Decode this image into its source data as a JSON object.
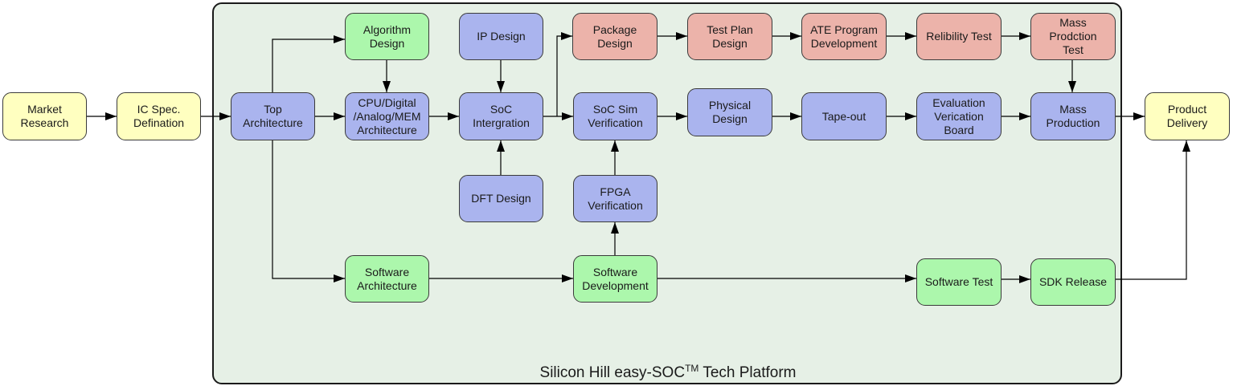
{
  "diagram": {
    "title_prefix": "Silicon Hill easy-SOC",
    "title_trademark": "TM",
    "title_suffix": " Tech Platform",
    "colors": {
      "background": "#ffffff",
      "platform_fill": "#e6f0e6",
      "yellow": "#ffffc0",
      "blue": "#aab4ee",
      "green": "#acf7ac",
      "red": "#ecb3aa"
    },
    "nodes": [
      {
        "id": "market-research",
        "label": "Market\nResearch",
        "color": "yellow"
      },
      {
        "id": "ic-spec",
        "label": "IC Spec.\nDefination",
        "color": "yellow"
      },
      {
        "id": "top-architecture",
        "label": "Top\nArchitecture",
        "color": "blue"
      },
      {
        "id": "algorithm-design",
        "label": "Algorithm\nDesign",
        "color": "green"
      },
      {
        "id": "cpu-architecture",
        "label": "CPU/Digital\n/Analog/MEM\nArchitecture",
        "color": "blue"
      },
      {
        "id": "ip-design",
        "label": "IP Design",
        "color": "blue"
      },
      {
        "id": "soc-integration",
        "label": "SoC\nIntergration",
        "color": "blue"
      },
      {
        "id": "dft-design",
        "label": "DFT Design",
        "color": "blue"
      },
      {
        "id": "package-design",
        "label": "Package\nDesign",
        "color": "red"
      },
      {
        "id": "soc-sim-verification",
        "label": "SoC Sim\nVerification",
        "color": "blue"
      },
      {
        "id": "fpga-verification",
        "label": "FPGA\nVerification",
        "color": "blue"
      },
      {
        "id": "software-architecture",
        "label": "Software\nArchitecture",
        "color": "green"
      },
      {
        "id": "software-development",
        "label": "Software\nDevelopment",
        "color": "green"
      },
      {
        "id": "test-plan-design",
        "label": "Test Plan\nDesign",
        "color": "red"
      },
      {
        "id": "physical-design",
        "label": "Physical\nDesign",
        "color": "blue"
      },
      {
        "id": "ate-program",
        "label": "ATE Program\nDevelopment",
        "color": "red"
      },
      {
        "id": "tape-out",
        "label": "Tape-out",
        "color": "blue"
      },
      {
        "id": "reliability-test",
        "label": "Relibility Test",
        "color": "red"
      },
      {
        "id": "evaluation-board",
        "label": "Evaluation\nVerication\nBoard",
        "color": "blue"
      },
      {
        "id": "mass-production-test",
        "label": "Mass\nProdction\nTest",
        "color": "red"
      },
      {
        "id": "mass-production",
        "label": "Mass\nProduction",
        "color": "blue"
      },
      {
        "id": "software-test",
        "label": "Software Test",
        "color": "green"
      },
      {
        "id": "sdk-release",
        "label": "SDK Release",
        "color": "green"
      },
      {
        "id": "product-delivery",
        "label": "Product\nDelivery",
        "color": "yellow"
      }
    ],
    "edges": [
      {
        "from": "market-research",
        "to": "ic-spec"
      },
      {
        "from": "ic-spec",
        "to": "top-architecture"
      },
      {
        "from": "top-architecture",
        "to": "algorithm-design"
      },
      {
        "from": "top-architecture",
        "to": "cpu-architecture"
      },
      {
        "from": "top-architecture",
        "to": "software-architecture"
      },
      {
        "from": "algorithm-design",
        "to": "cpu-architecture"
      },
      {
        "from": "cpu-architecture",
        "to": "soc-integration"
      },
      {
        "from": "ip-design",
        "to": "soc-integration"
      },
      {
        "from": "dft-design",
        "to": "soc-integration"
      },
      {
        "from": "soc-integration",
        "to": "soc-sim-verification"
      },
      {
        "from": "soc-integration",
        "to": "package-design"
      },
      {
        "from": "fpga-verification",
        "to": "soc-sim-verification"
      },
      {
        "from": "software-development",
        "to": "fpga-verification"
      },
      {
        "from": "software-architecture",
        "to": "software-development"
      },
      {
        "from": "software-development",
        "to": "software-test"
      },
      {
        "from": "package-design",
        "to": "test-plan-design"
      },
      {
        "from": "test-plan-design",
        "to": "ate-program"
      },
      {
        "from": "ate-program",
        "to": "reliability-test"
      },
      {
        "from": "reliability-test",
        "to": "mass-production-test"
      },
      {
        "from": "mass-production-test",
        "to": "mass-production"
      },
      {
        "from": "soc-sim-verification",
        "to": "physical-design"
      },
      {
        "from": "physical-design",
        "to": "tape-out"
      },
      {
        "from": "tape-out",
        "to": "evaluation-board"
      },
      {
        "from": "evaluation-board",
        "to": "mass-production"
      },
      {
        "from": "mass-production",
        "to": "product-delivery"
      },
      {
        "from": "software-test",
        "to": "sdk-release"
      },
      {
        "from": "sdk-release",
        "to": "product-delivery"
      }
    ]
  }
}
